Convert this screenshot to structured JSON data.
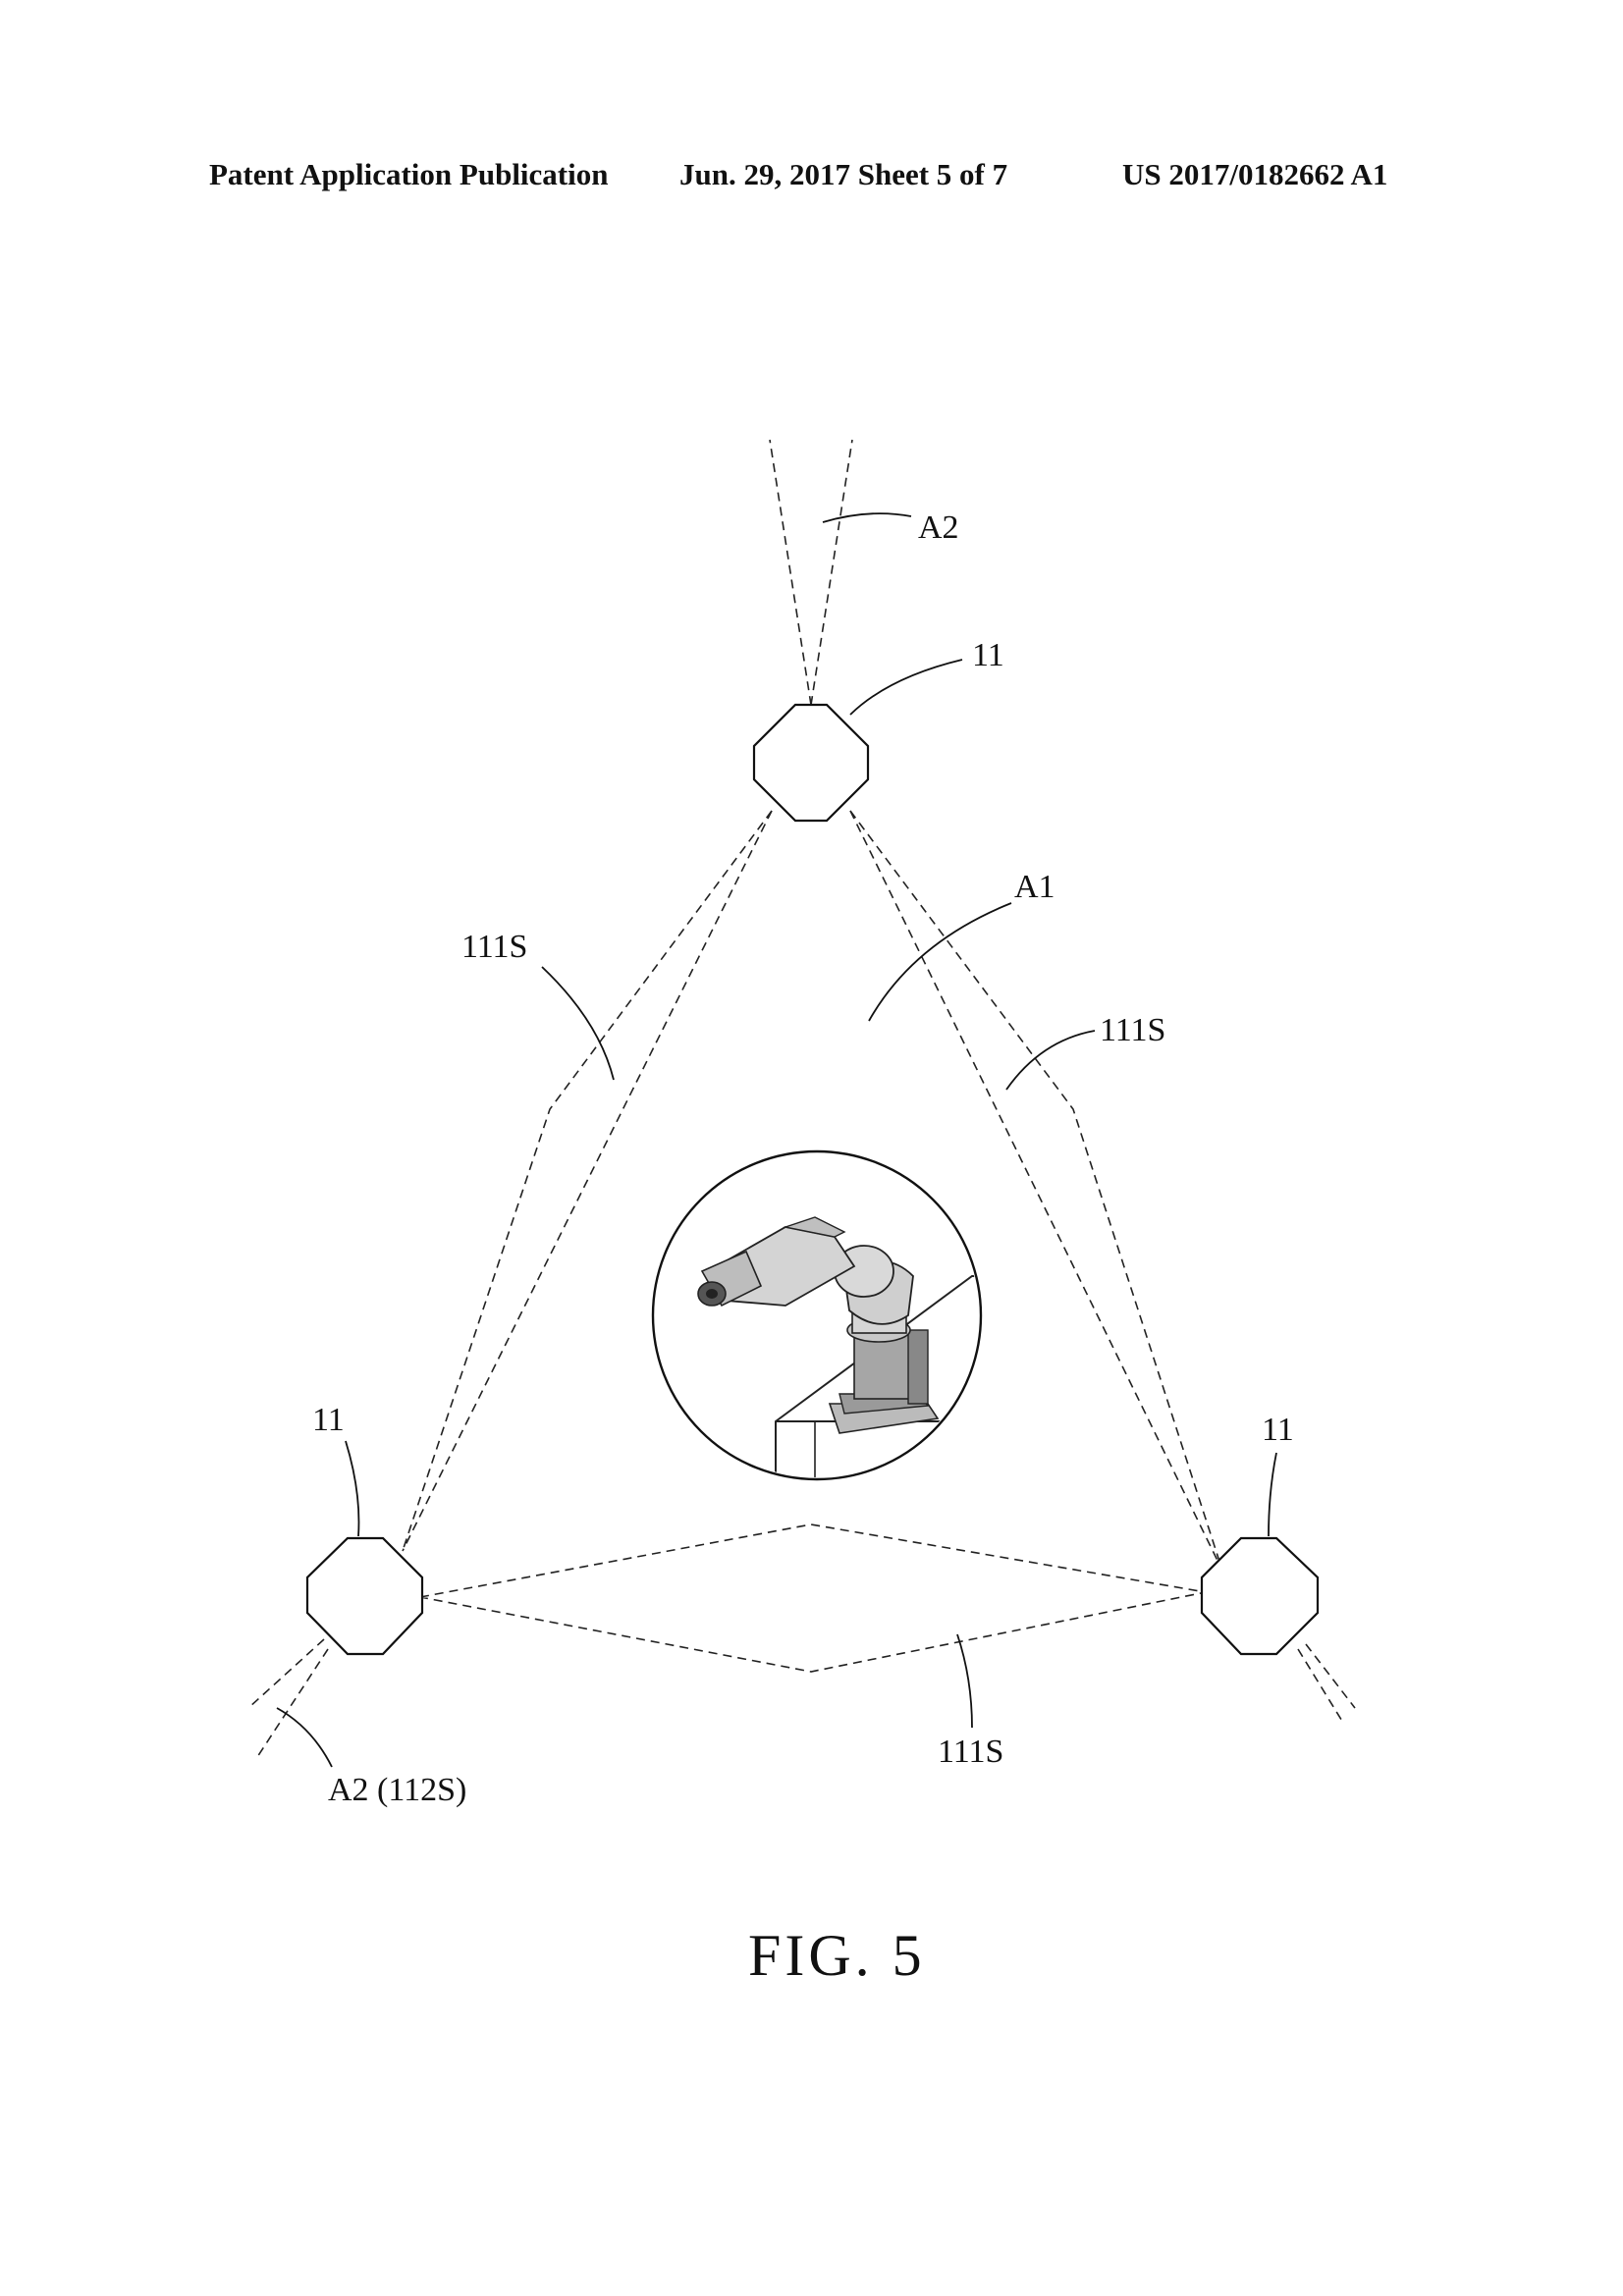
{
  "header": {
    "publication": "Patent Application Publication",
    "date_sheet": "Jun. 29, 2017  Sheet 5 of 7",
    "number": "US 2017/0182662 A1"
  },
  "labels": {
    "a2_top": "A2",
    "sensor_top": "11",
    "a1": "A1",
    "s111_left": "111S",
    "s111_right": "111S",
    "sensor_left": "11",
    "sensor_right": "11",
    "s111_bottom": "111S",
    "a2_bottom": "A2 (112S)"
  },
  "figure_caption": "FIG. 5"
}
